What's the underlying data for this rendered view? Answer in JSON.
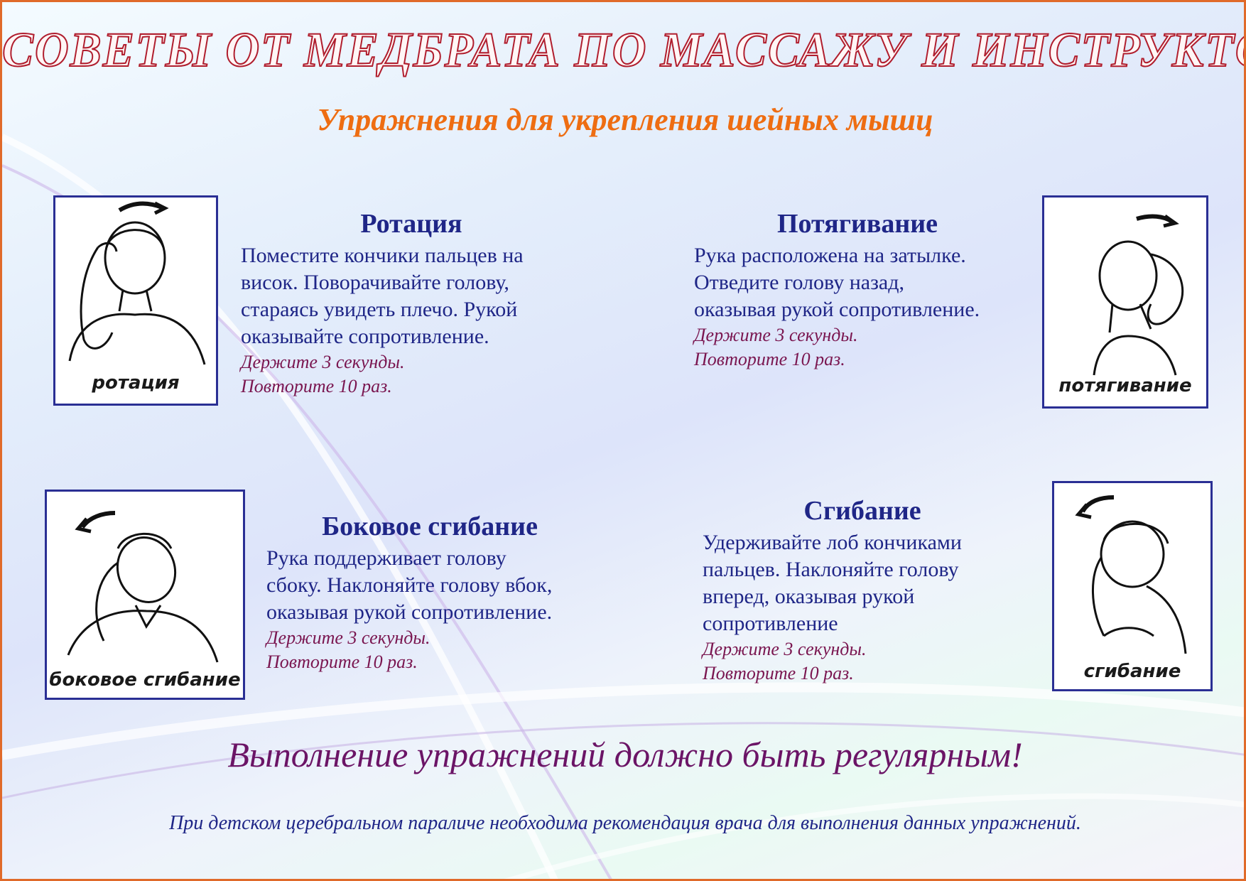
{
  "header": {
    "title": "Советы от медбрата по массажу и инструктора ЛФК",
    "subtitle": "Упражнения для укрепления шейных мышц"
  },
  "exercises": [
    {
      "title": "Ротация",
      "text": "Поместите кончики пальцев на\nвисок. Поворачивайте голову,\nстараясь увидеть плечо. Рукой\nоказывайте сопротивление.",
      "hold": "Держите 3 секунды.",
      "repeat": "Повторите 10 раз.",
      "caption": "ротация",
      "icon": "head-rotation-figure"
    },
    {
      "title": "Потягивание",
      "text": "Рука расположена на затылке.\nОтведите голову назад,\nоказывая рукой сопротивление.",
      "hold": "Держите 3 секунды.",
      "repeat": "Повторите 10 раз.",
      "caption": "потягивание",
      "icon": "head-extension-figure"
    },
    {
      "title": "Боковое сгибание",
      "text": "Рука поддерживает голову\nсбоку. Наклоняйте голову вбок,\nоказывая рукой сопротивление.",
      "hold": "Держите 3 секунды.",
      "repeat": "Повторите 10 раз.",
      "caption": "боковое сгибание",
      "icon": "head-side-bend-figure"
    },
    {
      "title": "Сгибание",
      "text": "Удерживайте лоб кончиками\nпальцев. Наклоняйте голову\nвперед, оказывая рукой\nсопротивление",
      "hold": "Держите 3 секунды.",
      "repeat": "Повторите 10 раз.",
      "caption": "сгибание",
      "icon": "head-flexion-figure"
    }
  ],
  "motto": "Выполнение упражнений должно быть регулярным!",
  "footnote": "При детском церебральном параличе необходима рекомендация врача для выполнения данных упражнений.",
  "colors": {
    "border": "#e06a2a",
    "title_stroke": "#b01e2e",
    "subtitle": "#ee6d12",
    "body_text": "#1f2687",
    "note_text": "#7a1650",
    "motto": "#6b1466"
  }
}
